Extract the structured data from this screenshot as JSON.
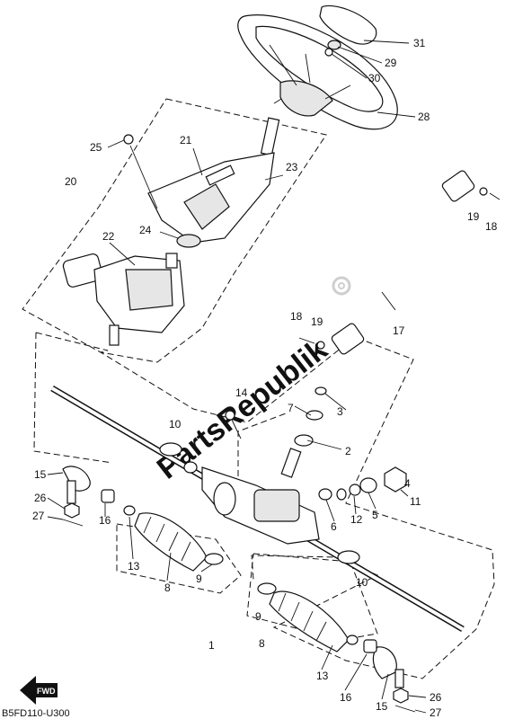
{
  "diagram": {
    "watermark": "PartsRepublik",
    "drawing_code": "B5FD110-U300",
    "direction_badge": "FWD",
    "callouts": {
      "c1": "1",
      "c2": "2",
      "c3": "3",
      "c4": "4",
      "c5": "5",
      "c6": "6",
      "c7": "7",
      "c8a": "8",
      "c8b": "8",
      "c9a": "9",
      "c9b": "9",
      "c10a": "10",
      "c10b": "10",
      "c11": "11",
      "c12": "12",
      "c13a": "13",
      "c13b": "13",
      "c14": "14",
      "c15a": "15",
      "c15b": "15",
      "c16a": "16",
      "c16b": "16",
      "c17": "17",
      "c18a": "18",
      "c18b": "18",
      "c19a": "19",
      "c19b": "19",
      "c20": "20",
      "c21": "21",
      "c22": "22",
      "c23": "23",
      "c24": "24",
      "c25": "25",
      "c26a": "26",
      "c26b": "26",
      "c27a": "27",
      "c27b": "27",
      "c28": "28",
      "c29": "29",
      "c30": "30",
      "c31": "31"
    }
  }
}
